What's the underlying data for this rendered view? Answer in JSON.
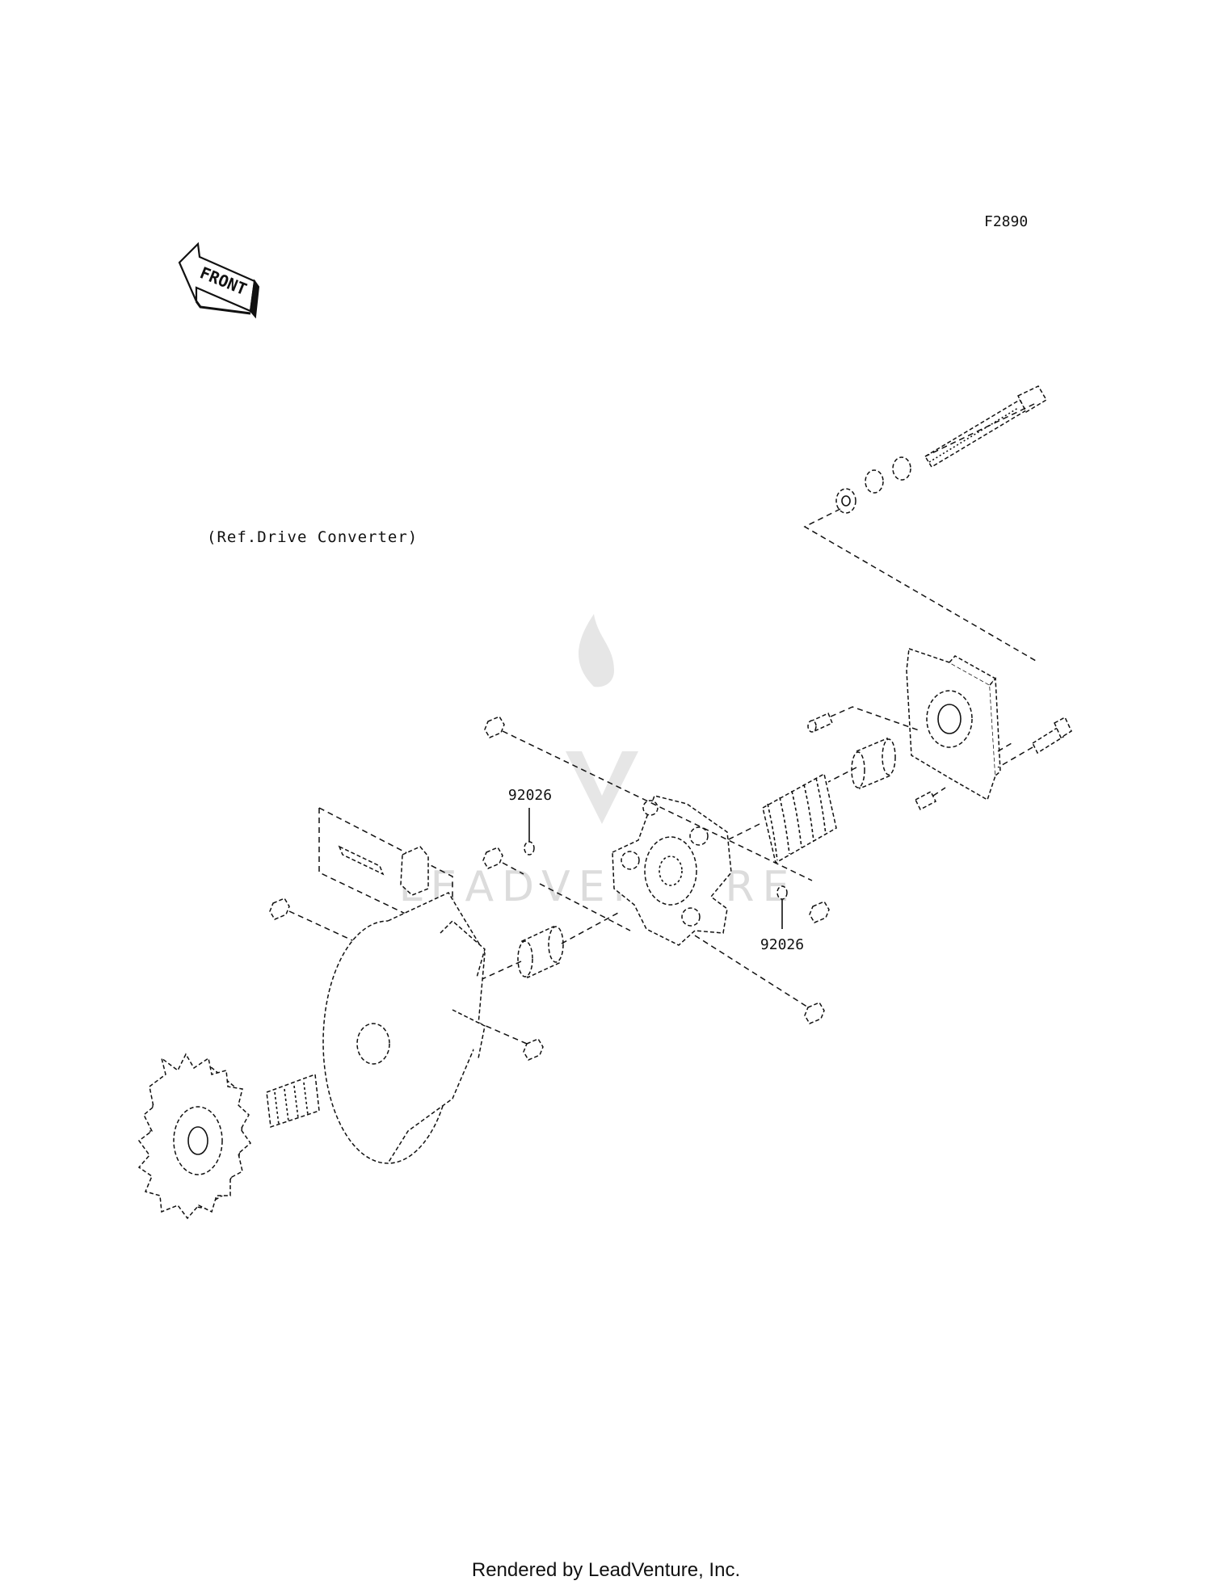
{
  "figure_code": "F2890",
  "front_label": "FRONT",
  "reference_note": "(Ref.Drive Converter)",
  "watermark": "LEADVENTURE",
  "callouts": [
    {
      "part_number": "92026"
    },
    {
      "part_number": "92026"
    }
  ],
  "footer": "Rendered by LeadVenture, Inc."
}
